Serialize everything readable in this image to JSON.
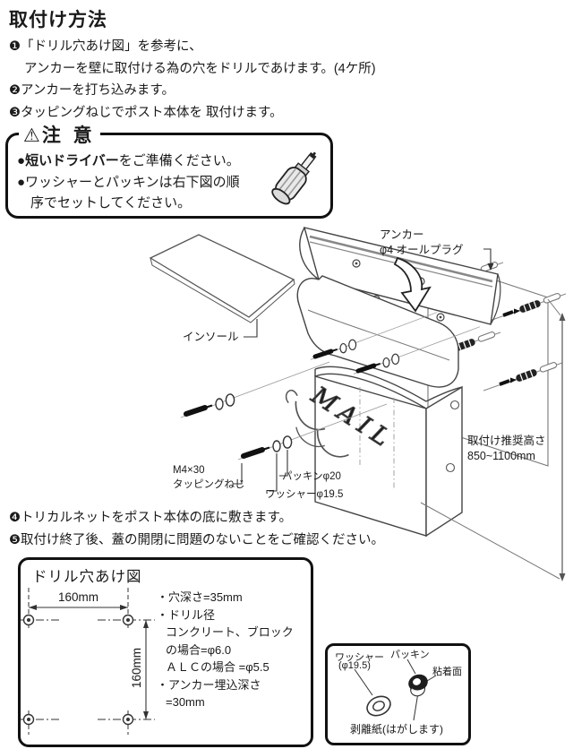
{
  "title": "取付け方法",
  "steps": {
    "s1a": "❶「ドリル穴あけ図」を参考に、",
    "s1b": "アンカーを壁に取付ける為の穴をドリルであけます。(4ケ所)",
    "s2": "❷アンカーを打ち込みます。",
    "s3": "❸タッピングねじでポスト本体を 取付けます。",
    "s4": "❹トリカルネットをポスト本体の底に敷きます。",
    "s5": "❺取付け終了後、蓋の開閉に問題のないことをご確認ください。"
  },
  "caution": {
    "symbol": "⚠",
    "title": "注 意",
    "l1_bullet": "●",
    "l1_bold": "短いドライバー",
    "l1_rest": "をご準備ください。",
    "l2": "●ワッシャーとパッキンは右下図の順",
    "l3": "序でセットしてください。"
  },
  "diagram": {
    "insole": "インソール",
    "anchor1": "アンカー",
    "anchor2": "φ4  オールプラグ",
    "mail": "MAIL",
    "screw1": "M4×30",
    "screw2": "タッピングねじ",
    "packing": "パッキンφ20",
    "washer": "ワッシャーφ19.5",
    "height1": "取付け推奨高さ",
    "height2": "850~1100mm"
  },
  "drill": {
    "title": "ドリル穴あけ図",
    "dim_h": "160mm",
    "dim_v": "160mm",
    "notes": [
      "・穴深さ=35mm",
      "・ドリル径",
      "コンクリート、ブロック",
      "の場合=φ6.0",
      "ＡＬＣの場合 =φ5.5",
      "・アンカー埋込深さ",
      "=30mm"
    ]
  },
  "washer_fig": {
    "washer1": "ワッシャー",
    "washer2": "(φ19.5)",
    "packing": "パッキン",
    "adhesive": "粘着面",
    "release": "剥離紙(はがします)"
  }
}
